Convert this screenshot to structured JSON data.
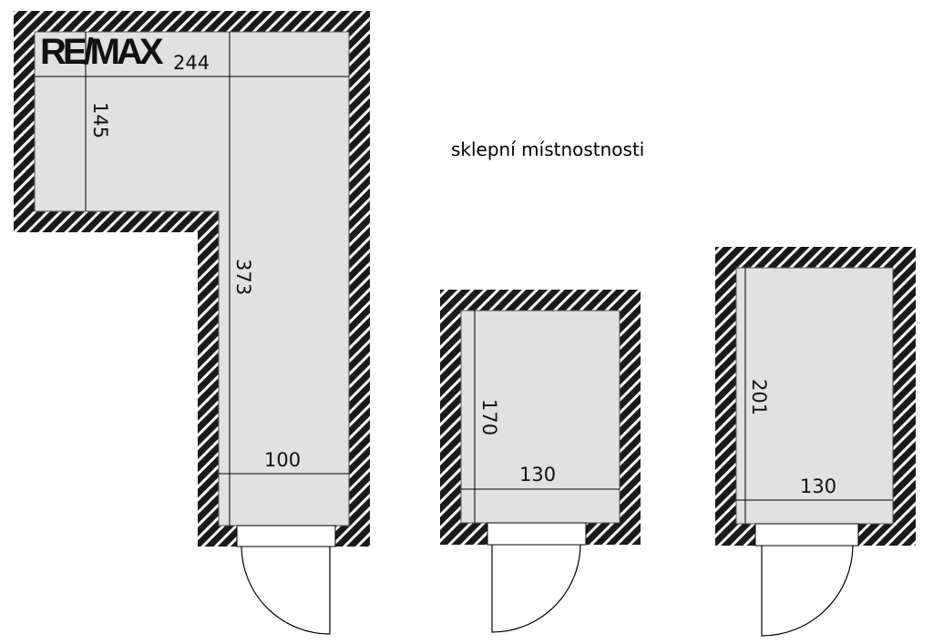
{
  "logo_text": "RE/MAX",
  "caption": "sklepní místnostnosti",
  "colors": {
    "wall": "#1a1a1a",
    "floor": "#e1e1e1",
    "hatch": "#ffffff",
    "line": "#000000"
  },
  "rooms": [
    {
      "id": "room-1",
      "dims": {
        "width_top": "244",
        "height_top": "145",
        "height_total": "373",
        "width_bottom": "100"
      }
    },
    {
      "id": "room-2",
      "dims": {
        "height": "170",
        "width": "130"
      }
    },
    {
      "id": "room-3",
      "dims": {
        "height": "201",
        "width": "130"
      }
    }
  ]
}
